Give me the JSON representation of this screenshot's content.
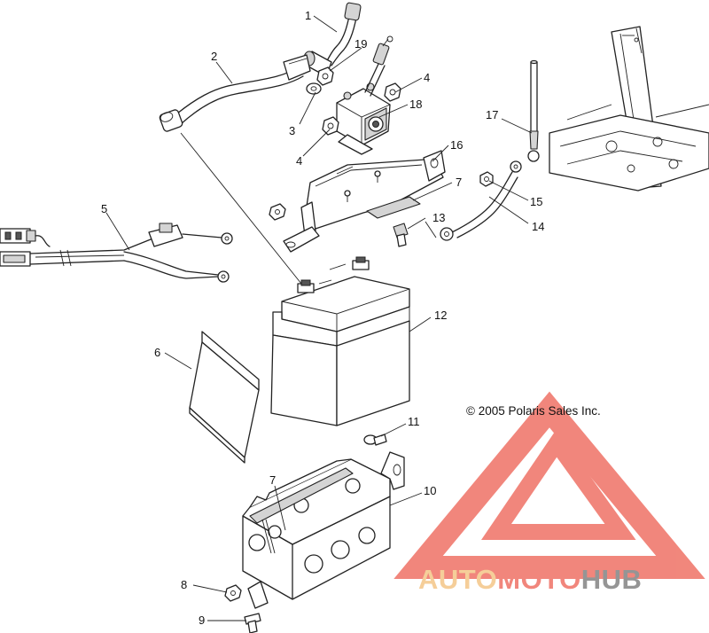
{
  "copyright": "© 2005 Polaris Sales Inc.",
  "watermark": {
    "part1": "AUTO",
    "part2": "MOTO",
    "part3": "HUB",
    "color_primary": "#f07a6e",
    "color_secondary": "#f5c98f",
    "color_tertiary": "#8a8a8a"
  },
  "callouts": {
    "c1": "1",
    "c2": "2",
    "c3": "3",
    "c4a": "4",
    "c4b": "4",
    "c5": "5",
    "c6": "6",
    "c7a": "7",
    "c7b": "7",
    "c8": "8",
    "c9": "9",
    "c10": "10",
    "c11": "11",
    "c12": "12",
    "c13": "13",
    "c14": "14",
    "c15": "15",
    "c16": "16",
    "c17": "17",
    "c18": "18",
    "c19": "19"
  }
}
